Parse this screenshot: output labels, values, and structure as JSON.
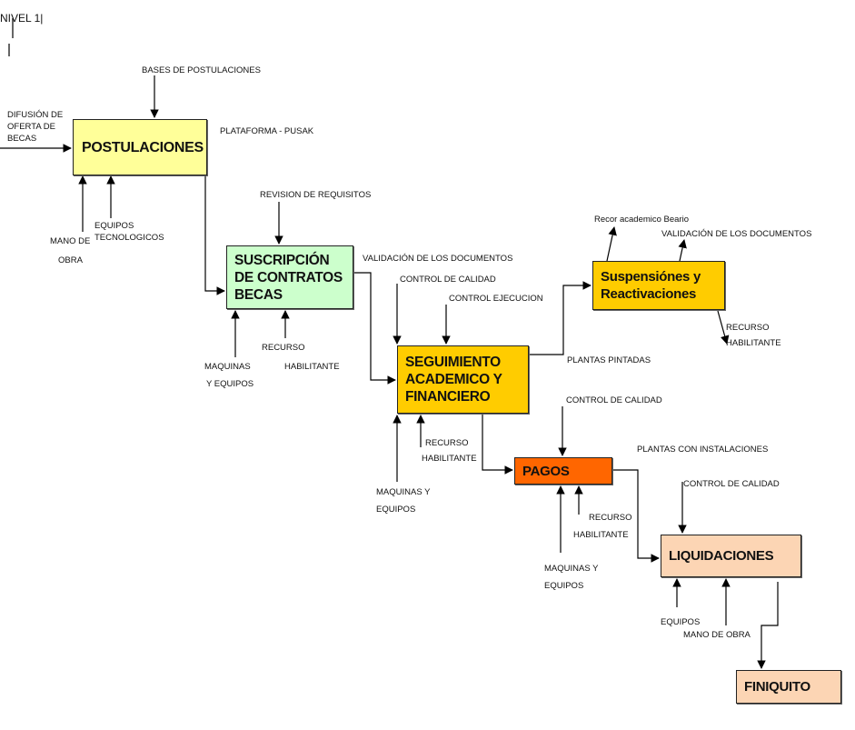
{
  "title": "NIVEL 1|",
  "colors": {
    "postulaciones": "#ffff99",
    "suscripcion": "#ccffcc",
    "seguimiento": "#ffcc00",
    "suspensiones": "#ffcc00",
    "pagos": "#ff6600",
    "liquidaciones": "#fcd5b4",
    "finiquito": "#fcd5b4",
    "line": "#000000"
  },
  "boxes": {
    "postulaciones": "POSTULACIONES",
    "suscripcion": [
      "SUSCRIPCIÓN",
      "DE CONTRATOS",
      "BECAS"
    ],
    "seguimiento": [
      "SEGUIMIENTO",
      "ACADEMICO Y",
      "FINANCIERO"
    ],
    "suspensiones": [
      "Suspensiónes y",
      "Reactivaciones"
    ],
    "pagos": "PAGOS",
    "liquidaciones": "LIQUIDACIONES",
    "finiquito": "FINIQUITO"
  },
  "labels": {
    "bases_postulaciones": "BASES DE POSTULACIONES",
    "difusion": [
      "DIFUSIÓN DE",
      "OFERTA DE",
      "BECAS"
    ],
    "plataforma": "PLATAFORMA  - PUSAK",
    "mano_de": "MANO DE",
    "obra": "OBRA",
    "equipos_tec": [
      "EQUIPOS",
      "TECNOLOGICOS"
    ],
    "revision": "REVISION  DE REQUISITOS",
    "maquinas1": [
      "MAQUINAS",
      "Y EQUIPOS"
    ],
    "recurso1": [
      "RECURSO",
      "HABILITANTE"
    ],
    "validacion1": "VALIDACIÓN  DE LOS DOCUMENTOS",
    "control_calidad1": "CONTROL DE CALIDAD",
    "control_ejecucion": "CONTROL EJECUCION",
    "recor_academico": "Recor academico Beario",
    "validacion2": "VALIDACIÓN  DE LOS DOCUMENTOS",
    "recurso_susp": [
      "RECURSO",
      "HABILITANTE"
    ],
    "plantas_pintadas": "PLANTAS PINTADAS",
    "control_calidad2": "CONTROL DE CALIDAD",
    "recurso2": [
      "RECURSO",
      "HABILITANTE"
    ],
    "maquinas2": [
      "MAQUINAS  Y",
      "EQUIPOS"
    ],
    "plantas_instalaciones": "PLANTAS  CON INSTALACIONES",
    "control_calidad3": "CONTROL DE CALIDAD",
    "recurso3": [
      "RECURSO",
      "HABILITANTE"
    ],
    "maquinas3": [
      "MAQUINAS  Y",
      "EQUIPOS"
    ],
    "equipos_liq": "EQUIPOS",
    "mano_obra_liq": "MANO  DE OBRA"
  }
}
